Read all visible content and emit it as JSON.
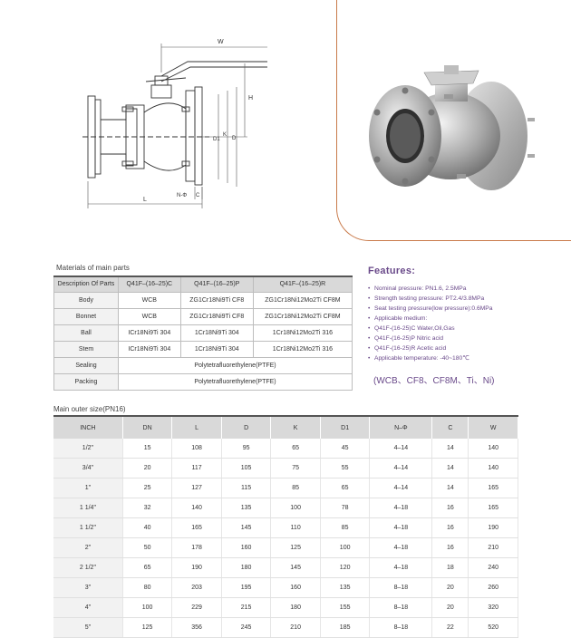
{
  "drawing_labels": {
    "w": "W",
    "h": "H",
    "d1": "D1",
    "k": "K",
    "d": "D",
    "l": "L",
    "c": "C",
    "n_phi": "N-Φ"
  },
  "materials": {
    "title": "Materials of main parts",
    "headers": [
      "Description Of Parts",
      "Q41F–(16–25)C",
      "Q41F–(16–25)P",
      "Q41F–(16–25)R"
    ],
    "rows": [
      {
        "part": "Body",
        "c": "WCB",
        "p": "ZG1Cr18Ni9Ti CF8",
        "r": "ZG1Cr18Ni12Mo2Ti CF8M"
      },
      {
        "part": "Bonnet",
        "c": "WCB",
        "p": "ZG1Cr18Ni9Ti CF8",
        "r": "ZG1Cr18Ni12Mo2Ti CF8M"
      },
      {
        "part": "Ball",
        "c": "ICr18Ni9Ti 304",
        "p": "1Cr18Ni9Ti 304",
        "r": "1Cr18Ni12Mo2Ti 316"
      },
      {
        "part": "Stem",
        "c": "ICr18Ni9Ti 304",
        "p": "1Cr18Ni9Ti 304",
        "r": "1Cr18Ni12Mo2Ti 316"
      }
    ],
    "sealing": {
      "part": "Sealing",
      "value": "Polytetrafluorethylene(PTFE)"
    },
    "packing": {
      "part": "Packing",
      "value": "Polytetrafluorethylene(PTFE)"
    }
  },
  "features": {
    "title": "Features:",
    "items": [
      "Nominal pressure: PN1.6, 2.5MPa",
      "Strength testing pressure: PT2.4/3.8MPa",
      "Seat testing pressure(low pressure):0.6MPa",
      "Applicable medium:",
      "Q41F-(16-25)C Water,Oil,Gas",
      "Q41F-(16-25)P Nitric acid",
      "Q41F-(16-25)R Acetic acid",
      "Applicable temperature: -40~180℃"
    ],
    "materials_line": "(WCB、CF8、CF8M、Ti、Ni)"
  },
  "sizes": {
    "title": "Main outer size(PN16)",
    "headers": [
      "INCH",
      "DN",
      "L",
      "D",
      "K",
      "D1",
      "N–Φ",
      "C",
      "W"
    ],
    "rows": [
      [
        "1/2\"",
        "15",
        "108",
        "95",
        "65",
        "45",
        "4–14",
        "14",
        "140"
      ],
      [
        "3/4\"",
        "20",
        "117",
        "105",
        "75",
        "55",
        "4–14",
        "14",
        "140"
      ],
      [
        "1\"",
        "25",
        "127",
        "115",
        "85",
        "65",
        "4–14",
        "14",
        "165"
      ],
      [
        "1 1/4\"",
        "32",
        "140",
        "135",
        "100",
        "78",
        "4–18",
        "16",
        "165"
      ],
      [
        "1 1/2\"",
        "40",
        "165",
        "145",
        "110",
        "85",
        "4–18",
        "16",
        "190"
      ],
      [
        "2\"",
        "50",
        "178",
        "160",
        "125",
        "100",
        "4–18",
        "16",
        "210"
      ],
      [
        "2 1/2\"",
        "65",
        "190",
        "180",
        "145",
        "120",
        "4–18",
        "18",
        "240"
      ],
      [
        "3\"",
        "80",
        "203",
        "195",
        "160",
        "135",
        "8–18",
        "20",
        "260"
      ],
      [
        "4\"",
        "100",
        "229",
        "215",
        "180",
        "155",
        "8–18",
        "20",
        "320"
      ],
      [
        "5\"",
        "125",
        "356",
        "245",
        "210",
        "185",
        "8–18",
        "22",
        "520"
      ]
    ]
  }
}
